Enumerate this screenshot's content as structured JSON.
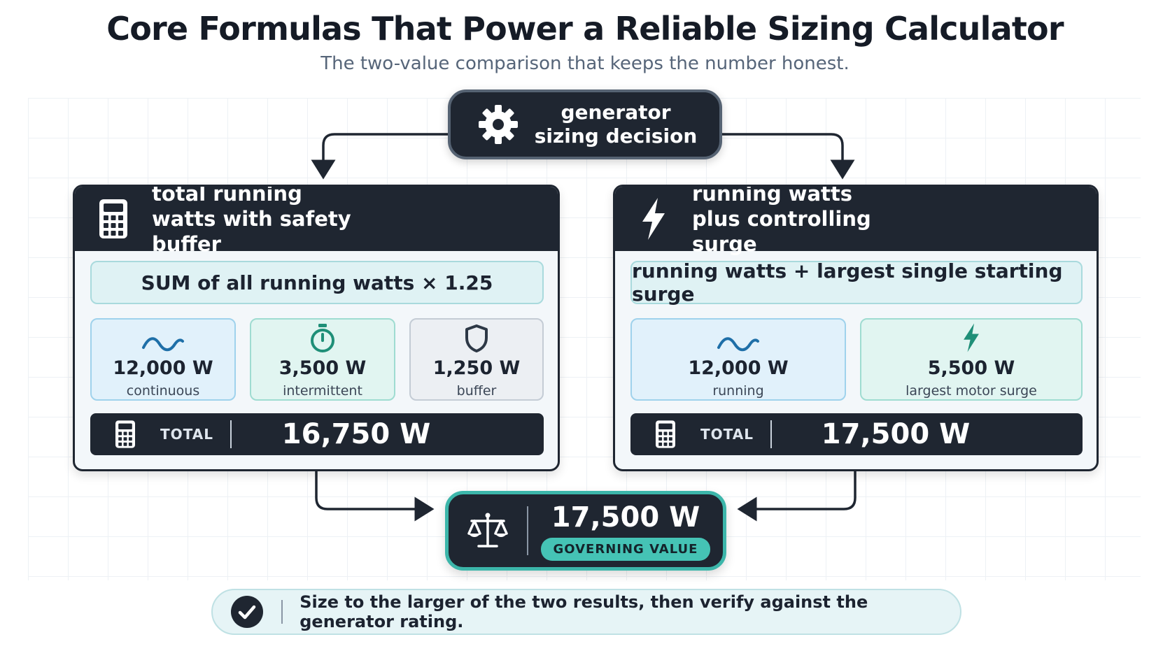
{
  "title": "Core Formulas That Power a Reliable Sizing Calculator",
  "subtitle": "The two-value comparison that keeps the number honest.",
  "decision": {
    "label": "generator sizing decision",
    "icon": "gear-icon"
  },
  "left_panel": {
    "heading": "total running watts with safety buffer",
    "icon": "calculator-icon",
    "formula": "SUM of all running watts × 1.25",
    "cards": [
      {
        "value": "12,000 W",
        "label": "continuous",
        "icon": "wave-icon"
      },
      {
        "value": "3,500 W",
        "label": "intermittent",
        "icon": "stopwatch-icon"
      },
      {
        "value": "1,250 W",
        "label": "buffer",
        "icon": "shield-icon"
      }
    ],
    "total_label": "TOTAL",
    "total_value": "16,750 W"
  },
  "right_panel": {
    "heading": "running watts plus controlling surge",
    "icon": "lightning-icon",
    "formula": "running watts + largest single starting surge",
    "cards": [
      {
        "value": "12,000 W",
        "label": "running",
        "icon": "wave-icon"
      },
      {
        "value": "5,500 W",
        "label": "largest motor surge",
        "icon": "lightning-icon"
      }
    ],
    "total_label": "TOTAL",
    "total_value": "17,500 W"
  },
  "result": {
    "value": "17,500 W",
    "badge": "GOVERNING VALUE",
    "icon": "balance-scale-icon"
  },
  "footer": {
    "text": "Size to the larger of the two results, then verify against the generator rating.",
    "icon": "check-circle-icon"
  },
  "colors": {
    "dark": "#1f2631",
    "accent_teal": "#3cb6aa",
    "badge_teal": "#45c3b5",
    "panel_bg": "#f3f7fa"
  }
}
